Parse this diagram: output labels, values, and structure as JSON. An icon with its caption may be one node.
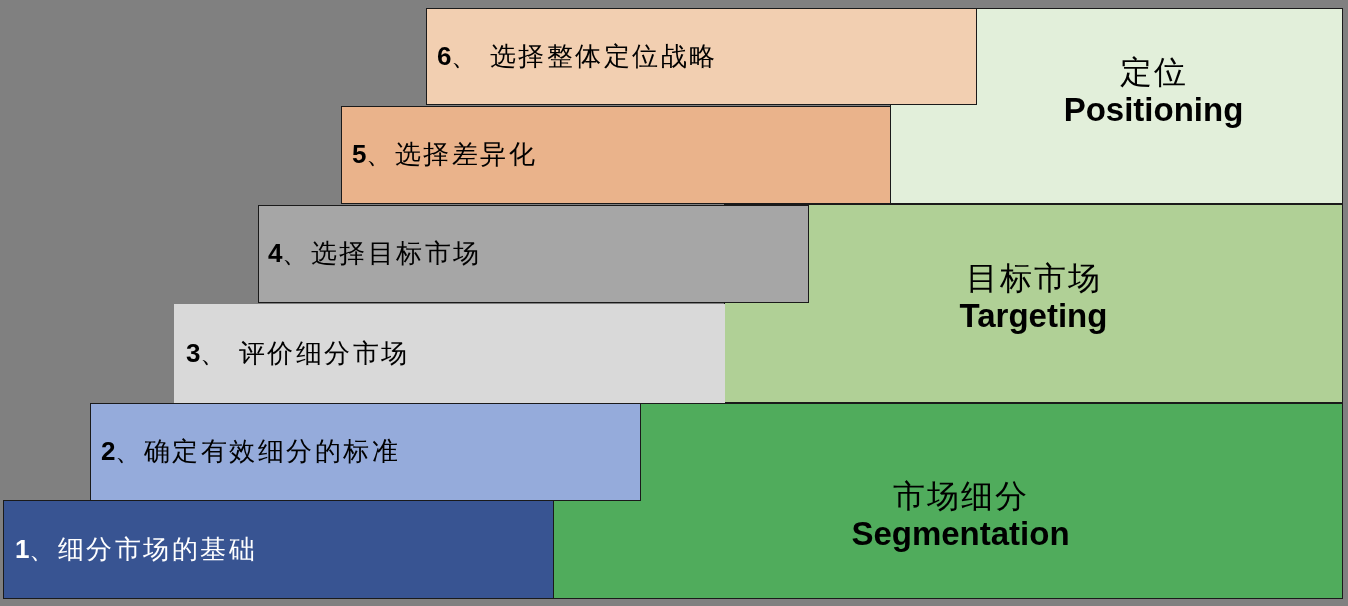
{
  "diagram": {
    "nodes": [
      {
        "text": [
          "**6**、 选择整体定位战略"
        ]
      },
      {
        "text": [
          "定位",
          "Positioning"
        ]
      },
      {
        "text": [
          "**5**、选择差异化"
        ]
      },
      {
        "text": [
          "**4**、选择目标市场"
        ]
      },
      {
        "text": [
          "目标市场",
          "Targeting"
        ]
      },
      {
        "text": [
          "**3**、 评价细分市场"
        ]
      },
      {
        "text": [
          "**2**、确定有效细分的标准"
        ]
      },
      {
        "text": [
          "市场细分",
          "Segmentation"
        ]
      },
      {
        "text": [
          "**1**、细分市场的基础"
        ]
      }
    ]
  }
}
